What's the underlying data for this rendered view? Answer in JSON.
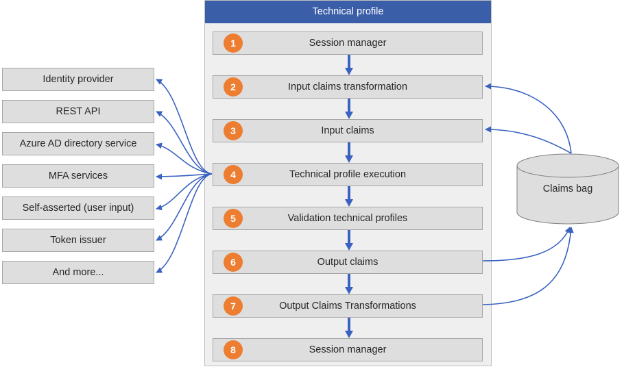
{
  "diagram": {
    "title": "Technical profile",
    "colors": {
      "header_blue": "#3B5EA9",
      "badge_orange": "#ED7D31",
      "arrow_blue": "#3A62C1",
      "box_fill": "#DEDEDE",
      "box_border": "#A6A6A6",
      "container_fill": "#EFEFEF"
    }
  },
  "sources": {
    "items": [
      {
        "label": "Identity provider"
      },
      {
        "label": "REST API"
      },
      {
        "label": "Azure AD directory service"
      },
      {
        "label": "MFA services"
      },
      {
        "label": "Self-asserted (user input)"
      },
      {
        "label": "Token issuer"
      },
      {
        "label": "And more..."
      }
    ]
  },
  "steps": {
    "items": [
      {
        "number": "1",
        "label": "Session manager"
      },
      {
        "number": "2",
        "label": "Input claims transformation"
      },
      {
        "number": "3",
        "label": "Input claims"
      },
      {
        "number": "4",
        "label": "Technical profile execution"
      },
      {
        "number": "5",
        "label": "Validation technical profiles"
      },
      {
        "number": "6",
        "label": "Output claims"
      },
      {
        "number": "7",
        "label": "Output Claims Transformations"
      },
      {
        "number": "8",
        "label": "Session manager"
      }
    ]
  },
  "claims_bag": {
    "label": "Claims bag"
  }
}
